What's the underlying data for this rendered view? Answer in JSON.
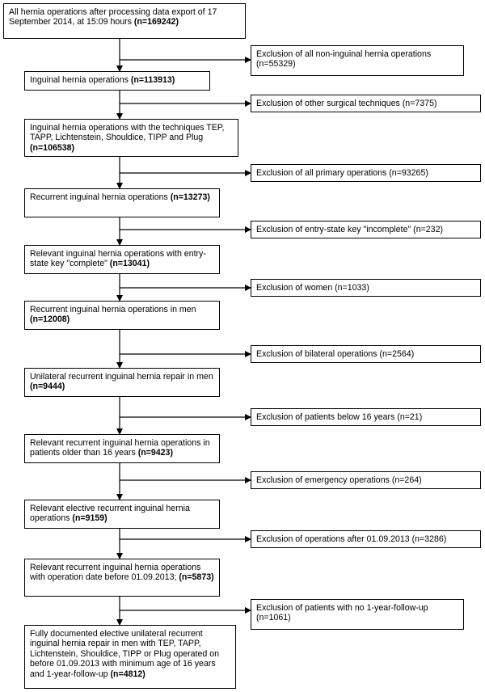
{
  "steps": [
    {
      "text": "All hernia operations after processing data export of 17 September 2014, at 15:09 hours ",
      "count": "(n=169242)"
    },
    {
      "text": "Inguinal hernia operations ",
      "count": "(n=113913)"
    },
    {
      "text": "Inguinal hernia operations with the techniques TEP, TAPP, Lichtenstein, Shouldice, TIPP and Plug ",
      "count": "(n=106538)"
    },
    {
      "text": "Recurrent inguinal hernia operations ",
      "count": "(n=13273)"
    },
    {
      "text": "Relevant inguinal hernia operations with entry-state key \"complete\" ",
      "count": "(n=13041)"
    },
    {
      "text": "Recurrent inguinal hernia operations in men ",
      "count": "(n=12008)"
    },
    {
      "text": "Unilateral recurrent inguinal hernia repair in men ",
      "count": "(n=9444)"
    },
    {
      "text": "Relevant recurrent inguinal hernia operations in patients older than 16 years ",
      "count": "(n=9423)"
    },
    {
      "text": "Relevant elective recurrent inguinal hernia operations ",
      "count": "(n=9159)"
    },
    {
      "text": "Relevant recurrent inguinal hernia operations with operation date before 01.09.2013; ",
      "count": "(n=5873)"
    },
    {
      "text": "Fully documented elective unilateral recurrent inguinal hernia repair in men with TEP, TAPP, Lichtenstein, Shouldice, TIPP or Plug operated on before 01.09.2013 with  minimum age of 16 years and 1-year-follow-up ",
      "count": "(n=4812)"
    }
  ],
  "exclusions": [
    "Exclusion of all non-inguinal hernia operations (n=55329)",
    "Exclusion of other surgical techniques (n=7375)",
    "Exclusion of all primary operations (n=93265)",
    "Exclusion of entry-state key \"incomplete\" (n=232)",
    "Exclusion of women (n=1033)",
    "Exclusion of bilateral operations (n=2564)",
    "Exclusion of patients below 16 years (n=21)",
    "Exclusion of emergency operations (n=264)",
    "Exclusion of operations after 01.09.2013 (n=3286)",
    "Exclusion of patients with no 1-year-follow-up (n=1061)"
  ]
}
